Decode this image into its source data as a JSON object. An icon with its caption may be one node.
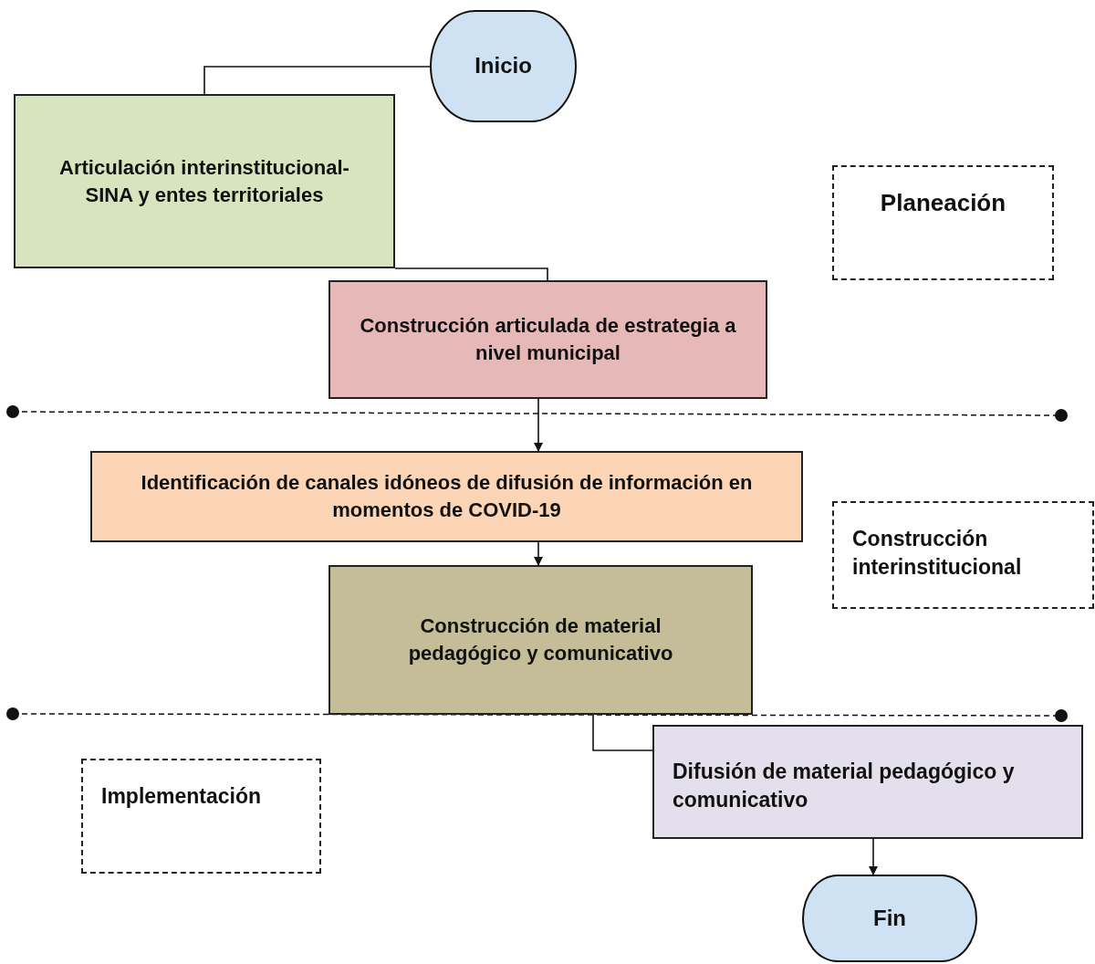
{
  "diagram": {
    "nodes": [
      {
        "text": [
          "Inicio"
        ]
      },
      {
        "text": [
          "Articulación interinstitucional-SINA y entes territoriales"
        ]
      },
      {
        "text": [
          "Construcción articulada de estrategia a nivel municipal"
        ]
      },
      {
        "text": [
          "Identificación de canales idóneos de difusión de información en momentos de COVID-19"
        ]
      },
      {
        "text": [
          "Construcción de material pedagógico y comunicativo"
        ]
      },
      {
        "text": [
          "Difusión de material pedagógico y comunicativo"
        ]
      },
      {
        "text": [
          "Fin"
        ]
      },
      {
        "text": [
          "Planeación"
        ]
      },
      {
        "text": [
          "Construcción interinstitucional"
        ]
      },
      {
        "text": [
          "Implementación"
        ]
      }
    ],
    "edges": [
      {
        "from": 0,
        "to": 1,
        "arrow": "none"
      },
      {
        "from": 1,
        "to": 2,
        "arrow": "none"
      },
      {
        "from": 2,
        "to": 3,
        "arrow": "to"
      },
      {
        "from": 3,
        "to": 4,
        "arrow": "to"
      },
      {
        "from": 4,
        "to": 5,
        "arrow": "none"
      },
      {
        "from": 5,
        "to": 6,
        "arrow": "to"
      }
    ]
  }
}
